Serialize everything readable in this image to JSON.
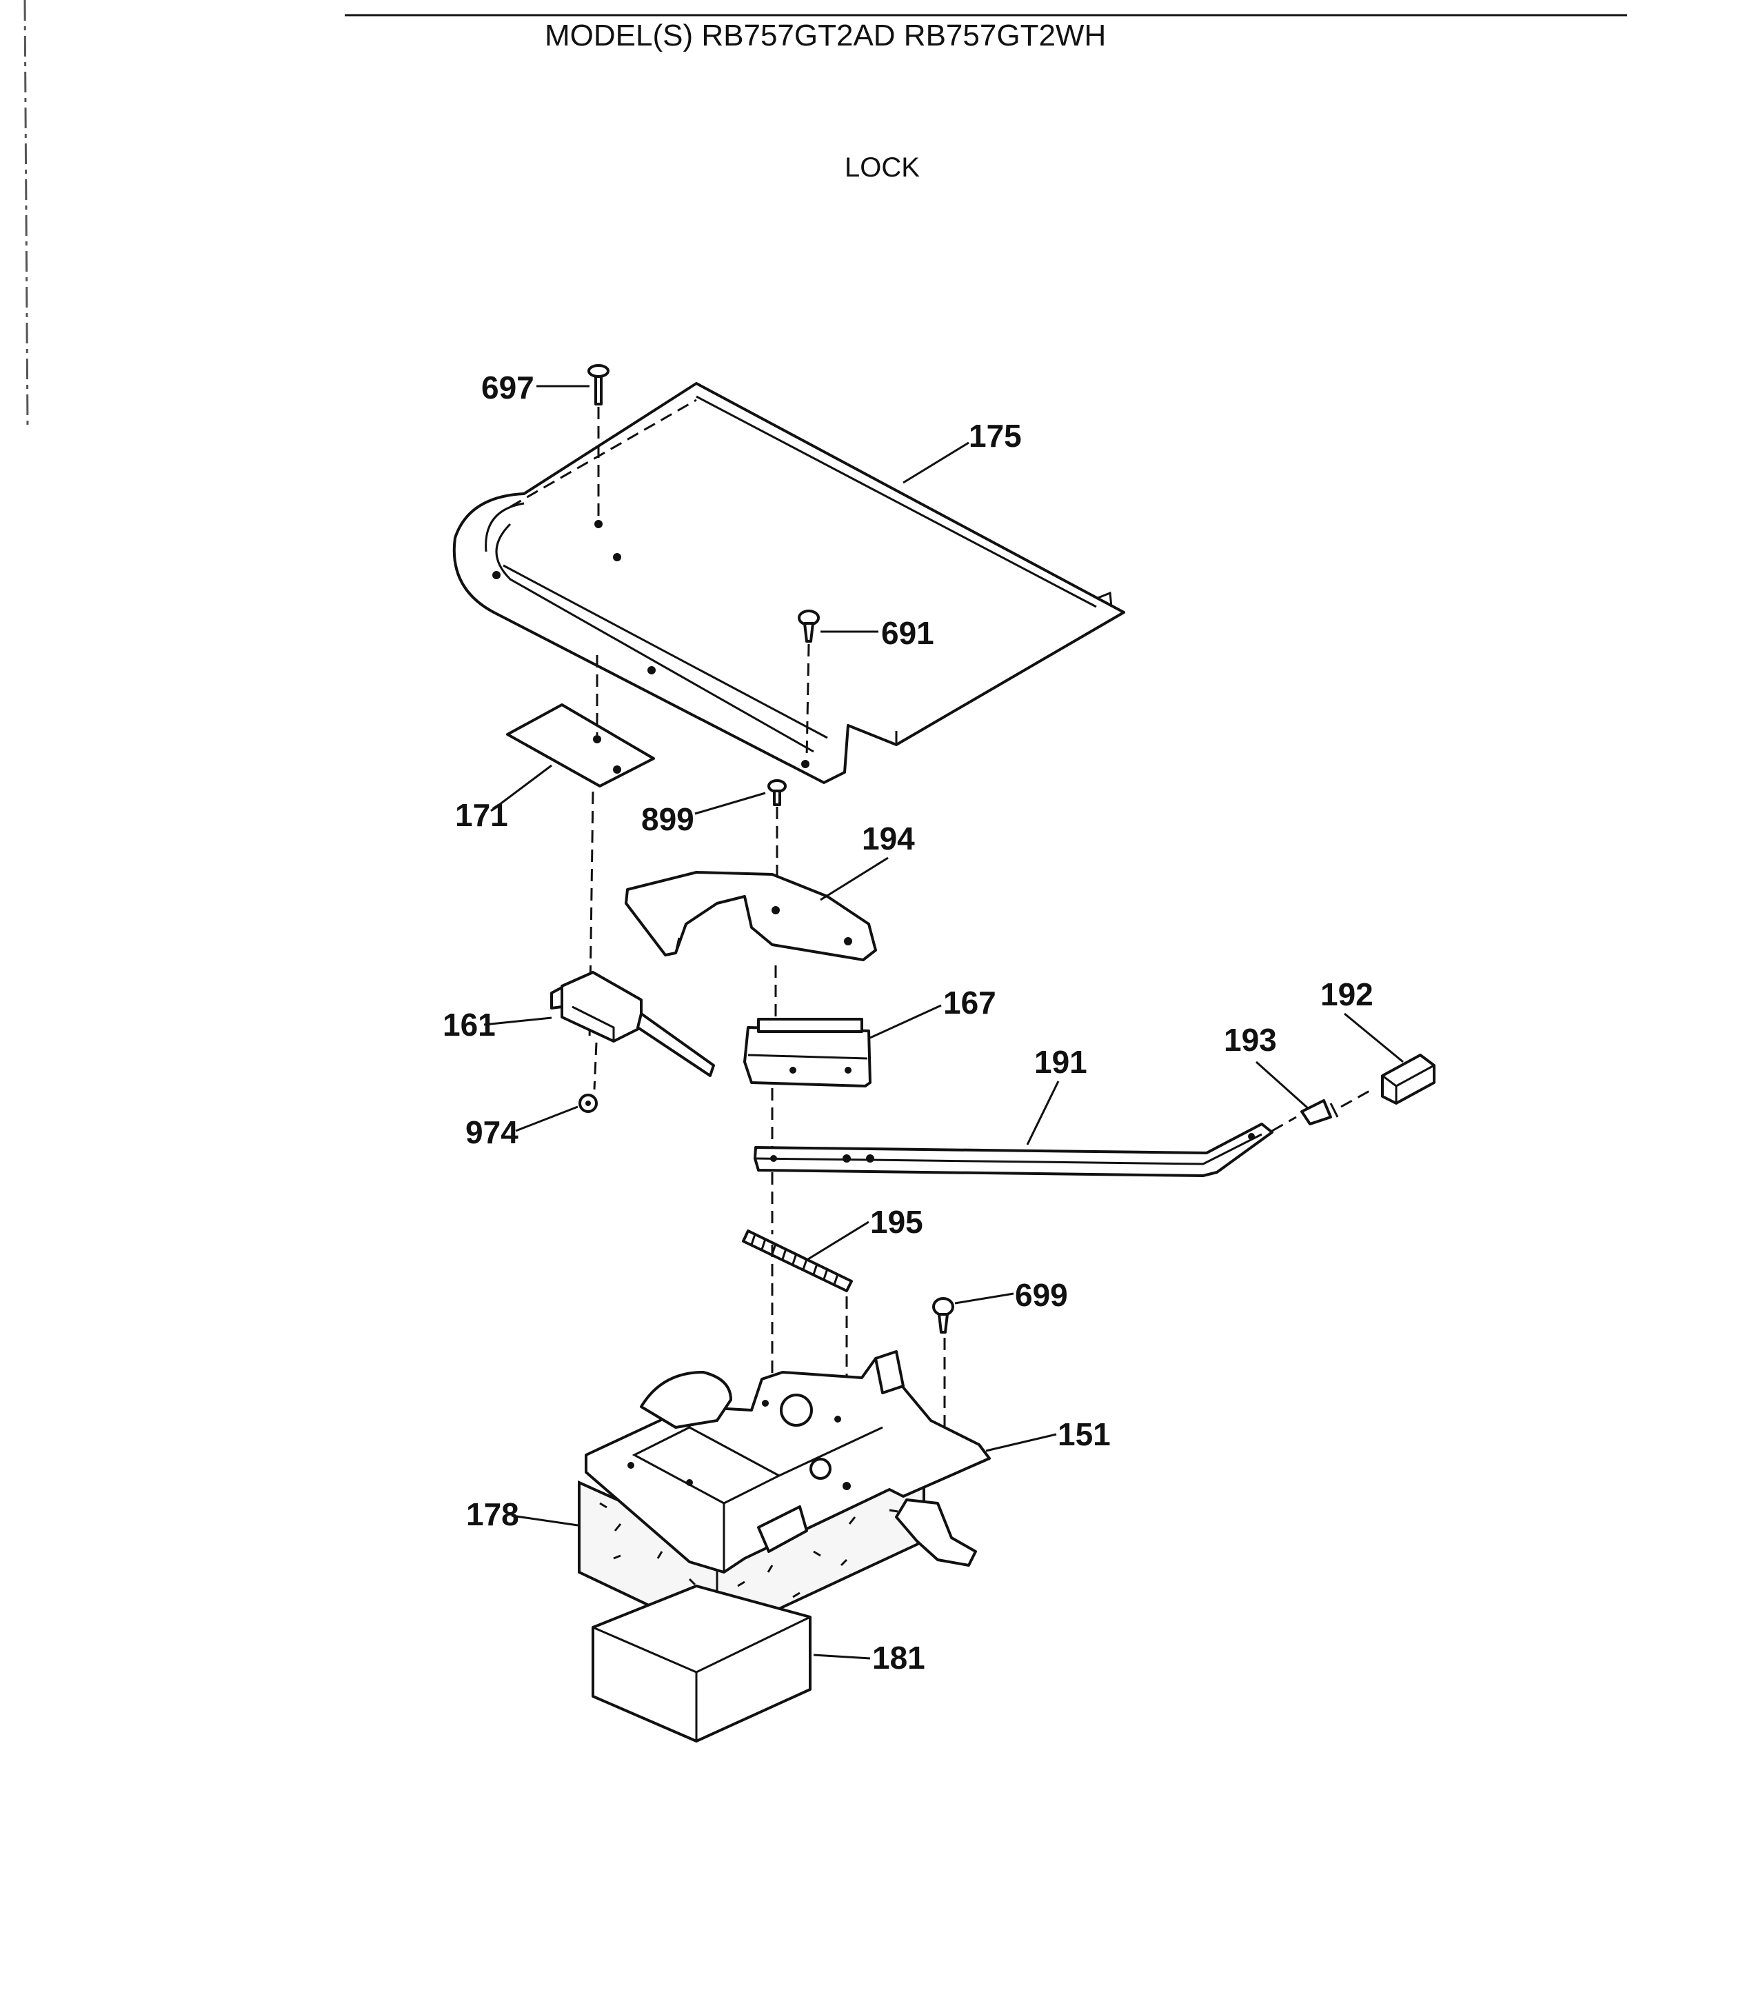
{
  "header": {
    "model_line": "MODEL(S) RB757GT2AD  RB757GT2WH",
    "section_title": "LOCK"
  },
  "callouts": [
    {
      "id": "697",
      "label": "697"
    },
    {
      "id": "175",
      "label": "175"
    },
    {
      "id": "691",
      "label": "691"
    },
    {
      "id": "171",
      "label": "171"
    },
    {
      "id": "899",
      "label": "899"
    },
    {
      "id": "194",
      "label": "194"
    },
    {
      "id": "161",
      "label": "161"
    },
    {
      "id": "167",
      "label": "167"
    },
    {
      "id": "192",
      "label": "192"
    },
    {
      "id": "193",
      "label": "193"
    },
    {
      "id": "191",
      "label": "191"
    },
    {
      "id": "974",
      "label": "974"
    },
    {
      "id": "195",
      "label": "195"
    },
    {
      "id": "699",
      "label": "699"
    },
    {
      "id": "151",
      "label": "151"
    },
    {
      "id": "178",
      "label": "178"
    },
    {
      "id": "181",
      "label": "181"
    }
  ]
}
